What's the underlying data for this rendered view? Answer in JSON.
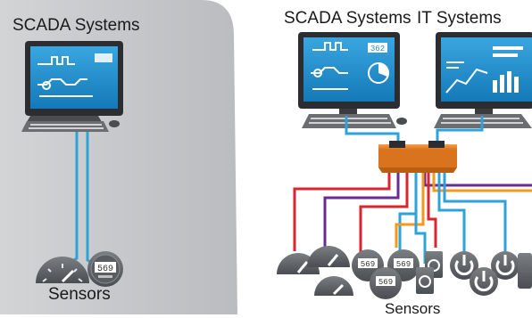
{
  "labels": {
    "left_scada": "SCADA Systems",
    "left_sensors": "Sensors",
    "right_scada": "SCADA Systems",
    "right_it": "IT Systems",
    "right_sensors": "Sensors"
  },
  "screen_text": {
    "scada_value": "362"
  },
  "meter_readings": {
    "left_meter": "569",
    "right_meter_1": "569",
    "right_meter_2": "569",
    "right_meter_3": "569"
  },
  "colors": {
    "panel_gray": "#c7c9cc",
    "cable_blue": "#2ea3d9",
    "cable_red": "#d8262e",
    "cable_purple": "#6a2c91",
    "cable_orange": "#f39a1e",
    "switch_orange": "#e07a1f",
    "screen_blue": "#1e8fd0"
  }
}
